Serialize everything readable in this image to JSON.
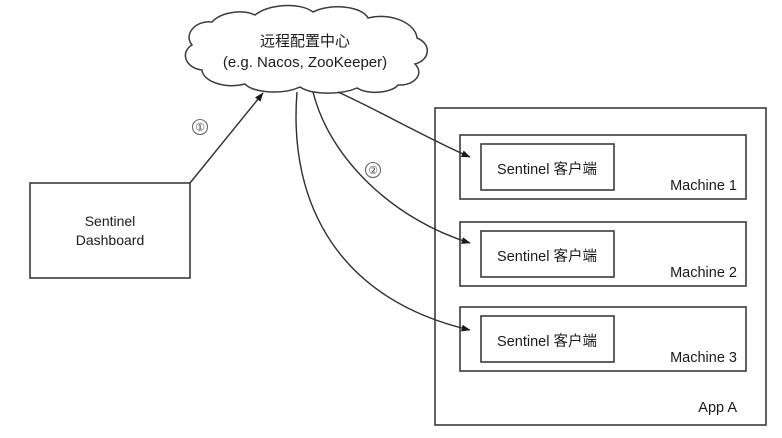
{
  "diagram": {
    "title": "Sentinel Dashboard remote configuration topology",
    "colors": {
      "stroke": "#3b3b3b",
      "arrow": "#2e2e2e",
      "text": "#1a1a1a",
      "background": "#ffffff"
    },
    "cloud": {
      "line1": "远程配置中心",
      "line2": "(e.g. Nacos, ZooKeeper)"
    },
    "dashboard": {
      "line1": "Sentinel",
      "line2": "Dashboard"
    },
    "app": {
      "label": "App A",
      "machines": [
        {
          "label": "Machine 1",
          "client": "Sentinel 客户端"
        },
        {
          "label": "Machine 2",
          "client": "Sentinel 客户端"
        },
        {
          "label": "Machine 3",
          "client": "Sentinel 客户端"
        }
      ]
    },
    "annotations": [
      {
        "label": "①"
      },
      {
        "label": "②"
      }
    ]
  }
}
